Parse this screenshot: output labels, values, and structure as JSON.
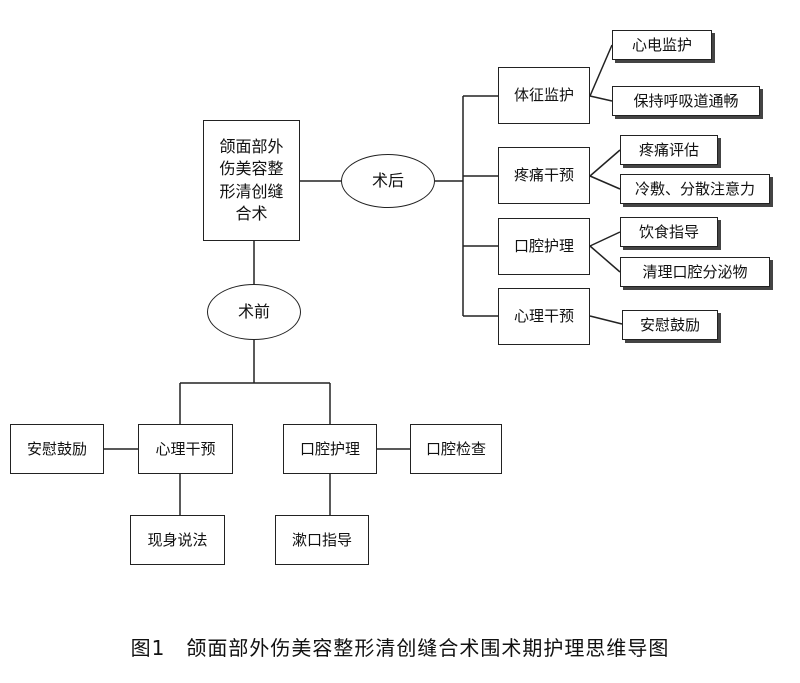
{
  "central": "颌面部外伤美容整形清创缝合术",
  "post_op": {
    "label": "术后",
    "groups": [
      {
        "label": "体征监护",
        "items": [
          "心电监护",
          "保持呼吸道通畅"
        ]
      },
      {
        "label": "疼痛干预",
        "items": [
          "疼痛评估",
          "冷敷、分散注意力"
        ]
      },
      {
        "label": "口腔护理",
        "items": [
          "饮食指导",
          "清理口腔分泌物"
        ]
      },
      {
        "label": "心理干预",
        "items": [
          "安慰鼓励"
        ]
      }
    ]
  },
  "pre_op": {
    "label": "术前",
    "psych": {
      "label": "心理干预",
      "left": "安慰鼓励",
      "below": "现身说法"
    },
    "oral": {
      "label": "口腔护理",
      "right": "口腔检查",
      "below": "漱口指导"
    }
  },
  "caption": "图1　颌面部外伤美容整形清创缝合术围术期护理思维导图"
}
